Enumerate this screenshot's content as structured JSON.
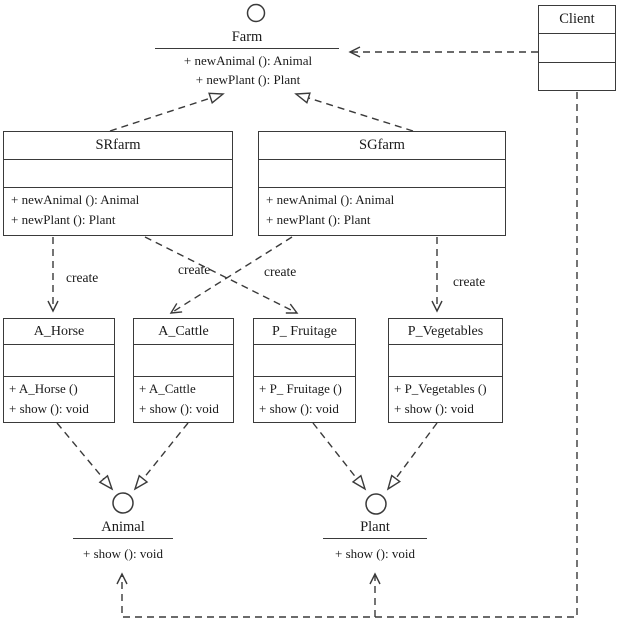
{
  "lollipops": {
    "farm": {
      "name": "Farm",
      "methods": [
        "+ newAnimal (): Animal",
        "+ newPlant (): Plant"
      ]
    },
    "animal": {
      "name": "Animal",
      "methods": [
        "+ show (): void"
      ]
    },
    "plant": {
      "name": "Plant",
      "methods": [
        "+ show (): void"
      ]
    }
  },
  "classes": {
    "client": {
      "name": "Client"
    },
    "srfarm": {
      "name": "SRfarm",
      "methods": [
        "+ newAnimal (): Animal",
        "+ newPlant (): Plant"
      ]
    },
    "sgfarm": {
      "name": "SGfarm",
      "methods": [
        "+ newAnimal (): Animal",
        "+ newPlant (): Plant"
      ]
    },
    "a_horse": {
      "name": "A_Horse",
      "methods": [
        "+ A_Horse ()",
        "+ show (): void"
      ]
    },
    "a_cattle": {
      "name": "A_Cattle",
      "methods": [
        "+ A_Cattle",
        "+ show (): void"
      ]
    },
    "p_fruitage": {
      "name": "P_ Fruitage",
      "methods": [
        "+ P_ Fruitage ()",
        "+ show (): void"
      ]
    },
    "p_vegetables": {
      "name": "P_Vegetables",
      "methods": [
        "+ P_Vegetables ()",
        "+ show (): void"
      ]
    }
  },
  "edge_labels": {
    "create_labels": [
      "create",
      "create",
      "create",
      "create"
    ]
  },
  "colors": {
    "line": "#3a3a3a",
    "background": "#ffffff",
    "text": "#1a1a1a"
  }
}
